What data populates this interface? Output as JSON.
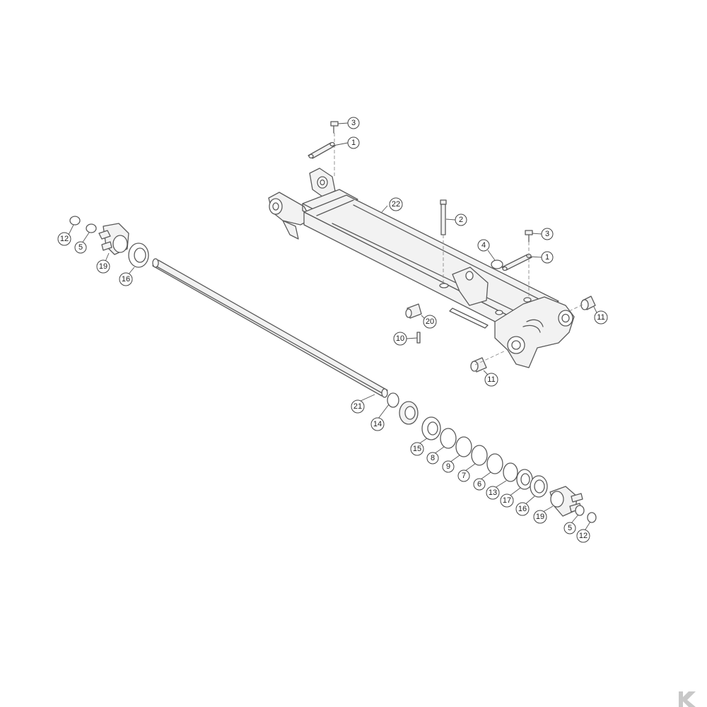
{
  "diagram": {
    "callouts": [
      {
        "id": "c3a",
        "label": "3"
      },
      {
        "id": "c1a",
        "label": "1"
      },
      {
        "id": "c22",
        "label": "22"
      },
      {
        "id": "c2",
        "label": "2"
      },
      {
        "id": "c3b",
        "label": "3"
      },
      {
        "id": "c4",
        "label": "4"
      },
      {
        "id": "c1b",
        "label": "1"
      },
      {
        "id": "c11a",
        "label": "11"
      },
      {
        "id": "c20",
        "label": "20"
      },
      {
        "id": "c10",
        "label": "10"
      },
      {
        "id": "c11b",
        "label": "11"
      },
      {
        "id": "c12a",
        "label": "12"
      },
      {
        "id": "c5a",
        "label": "5"
      },
      {
        "id": "c19a",
        "label": "19"
      },
      {
        "id": "c16a",
        "label": "16"
      },
      {
        "id": "c21",
        "label": "21"
      },
      {
        "id": "c14",
        "label": "14"
      },
      {
        "id": "c15",
        "label": "15"
      },
      {
        "id": "c8",
        "label": "8"
      },
      {
        "id": "c9",
        "label": "9"
      },
      {
        "id": "c7",
        "label": "7"
      },
      {
        "id": "c6",
        "label": "6"
      },
      {
        "id": "c13",
        "label": "13"
      },
      {
        "id": "c17",
        "label": "17"
      },
      {
        "id": "c16b",
        "label": "16"
      },
      {
        "id": "c19b",
        "label": "19"
      },
      {
        "id": "c5b",
        "label": "5"
      },
      {
        "id": "c12b",
        "label": "12"
      }
    ],
    "brand_logo_letter": "K",
    "line_color": "#5a5a5a",
    "logo_color": "#c8c8c8"
  }
}
